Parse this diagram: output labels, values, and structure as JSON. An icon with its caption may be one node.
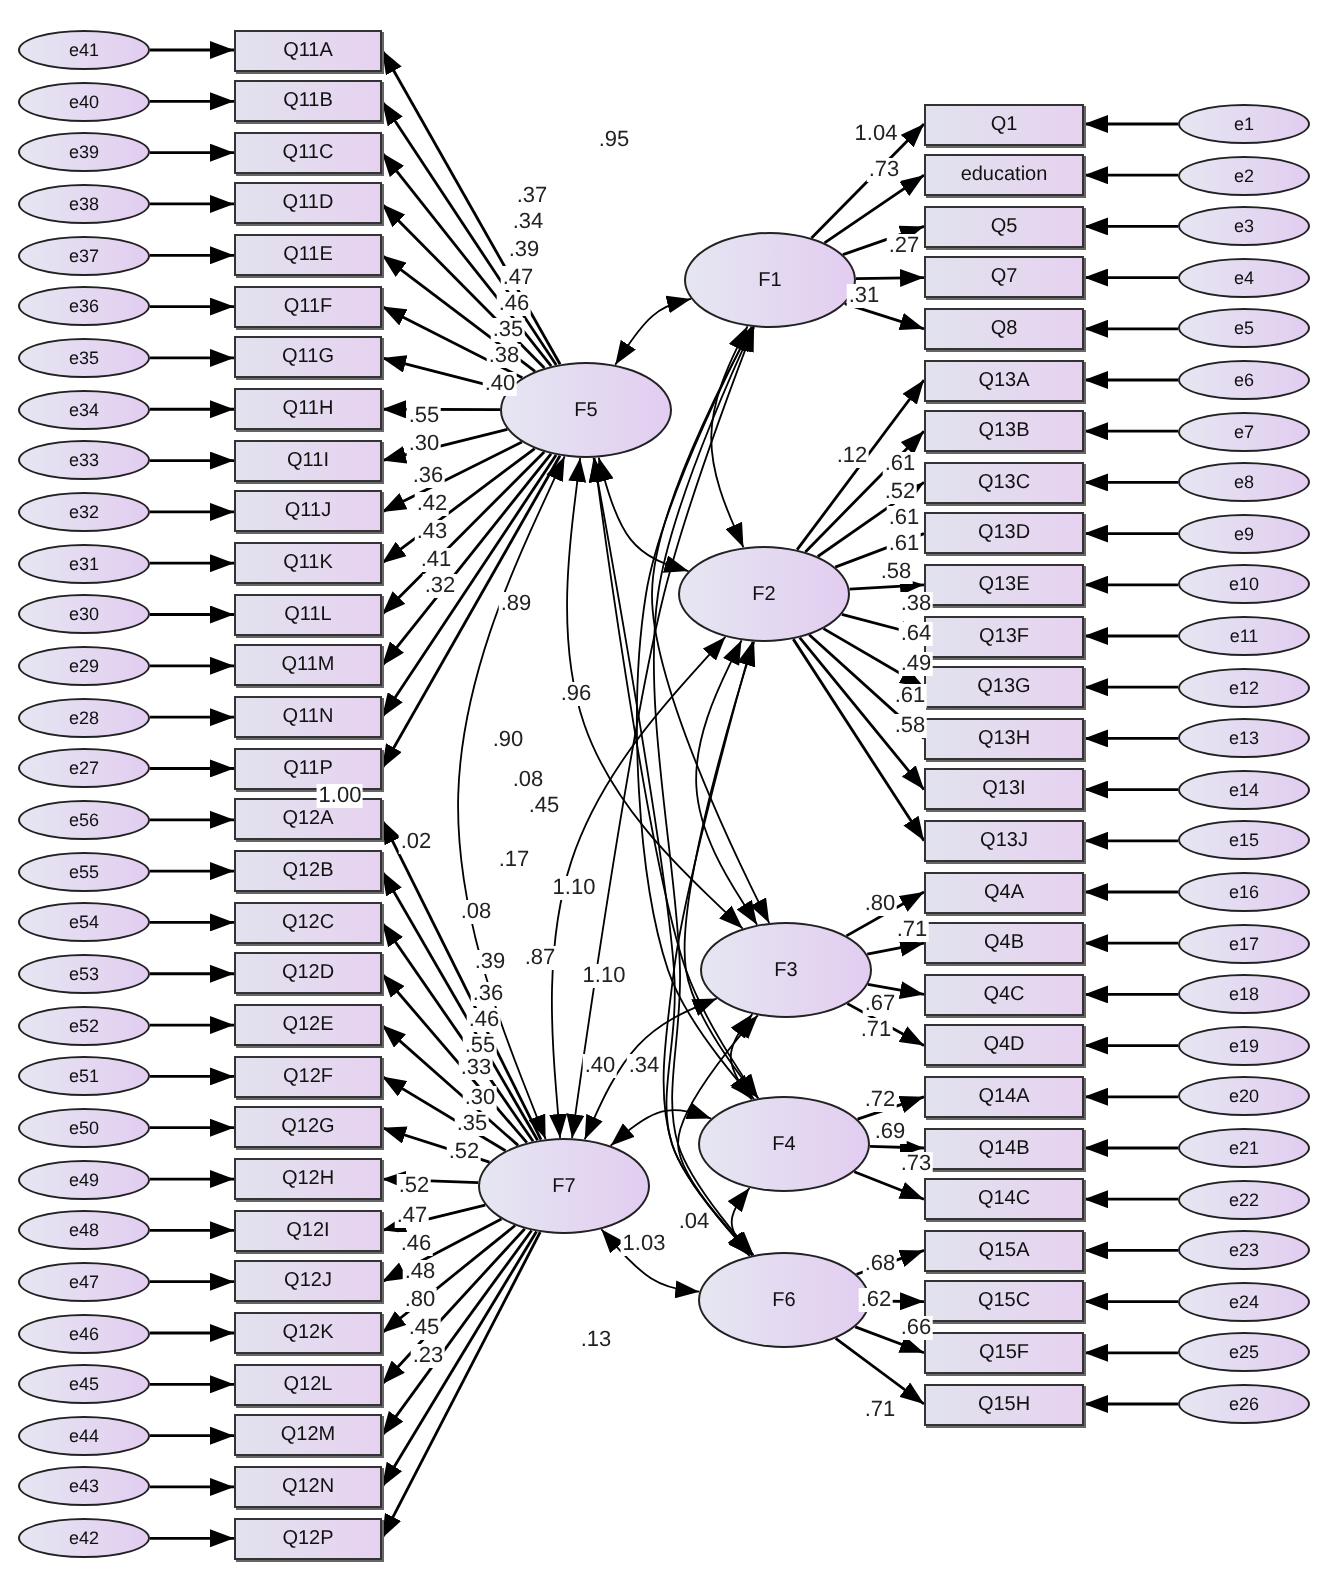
{
  "diagram": {
    "nodes": [
      {
        "text": [
          "e41"
        ]
      },
      {
        "text": [
          "Q11A"
        ]
      },
      {
        "text": [
          "e40"
        ]
      },
      {
        "text": [
          "Q11B"
        ]
      },
      {
        "text": [
          "e39"
        ]
      },
      {
        "text": [
          "Q11C"
        ]
      },
      {
        "text": [
          "e38"
        ]
      },
      {
        "text": [
          "Q11D"
        ]
      },
      {
        "text": [
          "e37"
        ]
      },
      {
        "text": [
          "Q11E"
        ]
      },
      {
        "text": [
          "e36"
        ]
      },
      {
        "text": [
          "Q11F"
        ]
      },
      {
        "text": [
          "e35"
        ]
      },
      {
        "text": [
          "Q11G"
        ]
      },
      {
        "text": [
          "e34"
        ]
      },
      {
        "text": [
          "Q11H"
        ]
      },
      {
        "text": [
          "e33"
        ]
      },
      {
        "text": [
          "Q11I"
        ]
      },
      {
        "text": [
          "e32"
        ]
      },
      {
        "text": [
          "Q11J"
        ]
      },
      {
        "text": [
          "e31"
        ]
      },
      {
        "text": [
          "Q11K"
        ]
      },
      {
        "text": [
          "e30"
        ]
      },
      {
        "text": [
          "Q11L"
        ]
      },
      {
        "text": [
          "e29"
        ]
      },
      {
        "text": [
          "Q11M"
        ]
      },
      {
        "text": [
          "e28"
        ]
      },
      {
        "text": [
          "Q11N"
        ]
      },
      {
        "text": [
          "e27"
        ]
      },
      {
        "text": [
          "Q11P"
        ]
      },
      {
        "text": [
          "e56"
        ]
      },
      {
        "text": [
          "Q12A"
        ]
      },
      {
        "text": [
          "e55"
        ]
      },
      {
        "text": [
          "Q12B"
        ]
      },
      {
        "text": [
          "e54"
        ]
      },
      {
        "text": [
          "Q12C"
        ]
      },
      {
        "text": [
          "e53"
        ]
      },
      {
        "text": [
          "Q12D"
        ]
      },
      {
        "text": [
          "e52"
        ]
      },
      {
        "text": [
          "Q12E"
        ]
      },
      {
        "text": [
          "e51"
        ]
      },
      {
        "text": [
          "Q12F"
        ]
      },
      {
        "text": [
          "e50"
        ]
      },
      {
        "text": [
          "Q12G"
        ]
      },
      {
        "text": [
          "e49"
        ]
      },
      {
        "text": [
          "Q12H"
        ]
      },
      {
        "text": [
          "e48"
        ]
      },
      {
        "text": [
          "Q12I"
        ]
      },
      {
        "text": [
          "e47"
        ]
      },
      {
        "text": [
          "Q12J"
        ]
      },
      {
        "text": [
          "e46"
        ]
      },
      {
        "text": [
          "Q12K"
        ]
      },
      {
        "text": [
          "e45"
        ]
      },
      {
        "text": [
          "Q12L"
        ]
      },
      {
        "text": [
          "e44"
        ]
      },
      {
        "text": [
          "Q12M"
        ]
      },
      {
        "text": [
          "e43"
        ]
      },
      {
        "text": [
          "Q12N"
        ]
      },
      {
        "text": [
          "e42"
        ]
      },
      {
        "text": [
          "Q12P"
        ]
      },
      {
        "text": [
          "F1"
        ]
      },
      {
        "text": [
          "F5"
        ]
      },
      {
        "text": [
          "F2"
        ]
      },
      {
        "text": [
          "F3"
        ]
      },
      {
        "text": [
          "F4"
        ]
      },
      {
        "text": [
          "F7"
        ]
      },
      {
        "text": [
          "F6"
        ]
      },
      {
        "text": [
          "Q1"
        ]
      },
      {
        "text": [
          "e1"
        ]
      },
      {
        "text": [
          "education"
        ]
      },
      {
        "text": [
          "e2"
        ]
      },
      {
        "text": [
          "Q5"
        ]
      },
      {
        "text": [
          "e3"
        ]
      },
      {
        "text": [
          "Q7"
        ]
      },
      {
        "text": [
          "e4"
        ]
      },
      {
        "text": [
          "Q8"
        ]
      },
      {
        "text": [
          "e5"
        ]
      },
      {
        "text": [
          "Q13A"
        ]
      },
      {
        "text": [
          "e6"
        ]
      },
      {
        "text": [
          "Q13B"
        ]
      },
      {
        "text": [
          "e7"
        ]
      },
      {
        "text": [
          "Q13C"
        ]
      },
      {
        "text": [
          "e8"
        ]
      },
      {
        "text": [
          "Q13D"
        ]
      },
      {
        "text": [
          "e9"
        ]
      },
      {
        "text": [
          "Q13E"
        ]
      },
      {
        "text": [
          "e10"
        ]
      },
      {
        "text": [
          "Q13F"
        ]
      },
      {
        "text": [
          "e11"
        ]
      },
      {
        "text": [
          "Q13G"
        ]
      },
      {
        "text": [
          "e12"
        ]
      },
      {
        "text": [
          "Q13H"
        ]
      },
      {
        "text": [
          "e13"
        ]
      },
      {
        "text": [
          "Q13I"
        ]
      },
      {
        "text": [
          "e14"
        ]
      },
      {
        "text": [
          "Q13J"
        ]
      },
      {
        "text": [
          "e15"
        ]
      },
      {
        "text": [
          "Q4A"
        ]
      },
      {
        "text": [
          "e16"
        ]
      },
      {
        "text": [
          "Q4B"
        ]
      },
      {
        "text": [
          "e17"
        ]
      },
      {
        "text": [
          "Q4C"
        ]
      },
      {
        "text": [
          "e18"
        ]
      },
      {
        "text": [
          "Q4D"
        ]
      },
      {
        "text": [
          "e19"
        ]
      },
      {
        "text": [
          "Q14A"
        ]
      },
      {
        "text": [
          "e20"
        ]
      },
      {
        "text": [
          "Q14B"
        ]
      },
      {
        "text": [
          "e21"
        ]
      },
      {
        "text": [
          "Q14C"
        ]
      },
      {
        "text": [
          "e22"
        ]
      },
      {
        "text": [
          "Q15A"
        ]
      },
      {
        "text": [
          "e23"
        ]
      },
      {
        "text": [
          "Q15C"
        ]
      },
      {
        "text": [
          "e24"
        ]
      },
      {
        "text": [
          "Q15F"
        ]
      },
      {
        "text": [
          "e25"
        ]
      },
      {
        "text": [
          "Q15H"
        ]
      },
      {
        "text": [
          "e26"
        ]
      }
    ],
    "edges": [
      {
        "from": 0,
        "to": 1,
        "arrow": "to"
      },
      {
        "from": 2,
        "to": 3,
        "arrow": "to"
      },
      {
        "from": 4,
        "to": 5,
        "arrow": "to"
      },
      {
        "from": 6,
        "to": 7,
        "arrow": "to"
      },
      {
        "from": 8,
        "to": 9,
        "arrow": "to"
      },
      {
        "from": 10,
        "to": 11,
        "arrow": "to"
      },
      {
        "from": 12,
        "to": 13,
        "arrow": "to"
      },
      {
        "from": 14,
        "to": 15,
        "arrow": "to"
      },
      {
        "from": 16,
        "to": 17,
        "arrow": "to"
      },
      {
        "from": 18,
        "to": 19,
        "arrow": "to"
      },
      {
        "from": 20,
        "to": 21,
        "arrow": "to"
      },
      {
        "from": 22,
        "to": 23,
        "arrow": "to"
      },
      {
        "from": 24,
        "to": 25,
        "arrow": "to"
      },
      {
        "from": 26,
        "to": 27,
        "arrow": "to"
      },
      {
        "from": 28,
        "to": 29,
        "arrow": "to"
      },
      {
        "from": 30,
        "to": 31,
        "arrow": "to"
      },
      {
        "from": 32,
        "to": 33,
        "arrow": "to"
      },
      {
        "from": 34,
        "to": 35,
        "arrow": "to"
      },
      {
        "from": 36,
        "to": 37,
        "arrow": "to"
      },
      {
        "from": 38,
        "to": 39,
        "arrow": "to"
      },
      {
        "from": 40,
        "to": 41,
        "arrow": "to"
      },
      {
        "from": 42,
        "to": 43,
        "arrow": "to"
      },
      {
        "from": 44,
        "to": 45,
        "arrow": "to"
      },
      {
        "from": 46,
        "to": 47,
        "arrow": "to"
      },
      {
        "from": 48,
        "to": 49,
        "arrow": "to"
      },
      {
        "from": 50,
        "to": 51,
        "arrow": "to"
      },
      {
        "from": 52,
        "to": 53,
        "arrow": "to"
      },
      {
        "from": 54,
        "to": 55,
        "arrow": "to"
      },
      {
        "from": 56,
        "to": 57,
        "arrow": "to"
      },
      {
        "from": 58,
        "to": 59,
        "arrow": "to"
      },
      {
        "from": 68,
        "to": 67,
        "arrow": "to"
      },
      {
        "from": 70,
        "to": 69,
        "arrow": "to"
      },
      {
        "from": 72,
        "to": 71,
        "arrow": "to"
      },
      {
        "from": 74,
        "to": 73,
        "arrow": "to"
      },
      {
        "from": 76,
        "to": 75,
        "arrow": "to"
      },
      {
        "from": 78,
        "to": 77,
        "arrow": "to"
      },
      {
        "from": 80,
        "to": 79,
        "arrow": "to"
      },
      {
        "from": 82,
        "to": 81,
        "arrow": "to"
      },
      {
        "from": 84,
        "to": 83,
        "arrow": "to"
      },
      {
        "from": 86,
        "to": 85,
        "arrow": "to"
      },
      {
        "from": 88,
        "to": 87,
        "arrow": "to"
      },
      {
        "from": 90,
        "to": 89,
        "arrow": "to"
      },
      {
        "from": 92,
        "to": 91,
        "arrow": "to"
      },
      {
        "from": 94,
        "to": 93,
        "arrow": "to"
      },
      {
        "from": 96,
        "to": 95,
        "arrow": "to"
      },
      {
        "from": 98,
        "to": 97,
        "arrow": "to"
      },
      {
        "from": 100,
        "to": 99,
        "arrow": "to"
      },
      {
        "from": 102,
        "to": 101,
        "arrow": "to"
      },
      {
        "from": 104,
        "to": 103,
        "arrow": "to"
      },
      {
        "from": 106,
        "to": 105,
        "arrow": "to"
      },
      {
        "from": 108,
        "to": 107,
        "arrow": "to"
      },
      {
        "from": 110,
        "to": 109,
        "arrow": "to"
      },
      {
        "from": 112,
        "to": 111,
        "arrow": "to"
      },
      {
        "from": 114,
        "to": 113,
        "arrow": "to"
      },
      {
        "from": 116,
        "to": 115,
        "arrow": "to"
      },
      {
        "from": 118,
        "to": 117,
        "arrow": "to"
      },
      {
        "from": 61,
        "to": 1,
        "arrow": "to"
      },
      {
        "from": 61,
        "to": 3,
        "arrow": "to"
      },
      {
        "from": 61,
        "to": 5,
        "arrow": "to"
      },
      {
        "from": 61,
        "to": 7,
        "arrow": "to"
      },
      {
        "from": 61,
        "to": 9,
        "arrow": "to"
      },
      {
        "from": 61,
        "to": 11,
        "arrow": "to"
      },
      {
        "from": 61,
        "to": 13,
        "arrow": "to"
      },
      {
        "from": 61,
        "to": 15,
        "arrow": "to"
      },
      {
        "from": 61,
        "to": 17,
        "arrow": "to"
      },
      {
        "from": 61,
        "to": 19,
        "arrow": "to"
      },
      {
        "from": 61,
        "to": 21,
        "arrow": "to"
      },
      {
        "from": 61,
        "to": 23,
        "arrow": "to"
      },
      {
        "from": 61,
        "to": 25,
        "arrow": "to"
      },
      {
        "from": 61,
        "to": 27,
        "arrow": "to"
      },
      {
        "from": 61,
        "to": 29,
        "arrow": "to"
      },
      {
        "from": 65,
        "to": 31,
        "arrow": "to"
      },
      {
        "from": 65,
        "to": 33,
        "arrow": "to"
      },
      {
        "from": 65,
        "to": 35,
        "arrow": "to"
      },
      {
        "from": 65,
        "to": 37,
        "arrow": "to"
      },
      {
        "from": 65,
        "to": 39,
        "arrow": "to"
      },
      {
        "from": 65,
        "to": 41,
        "arrow": "to"
      },
      {
        "from": 65,
        "to": 43,
        "arrow": "to"
      },
      {
        "from": 65,
        "to": 45,
        "arrow": "to"
      },
      {
        "from": 65,
        "to": 47,
        "arrow": "to"
      },
      {
        "from": 65,
        "to": 49,
        "arrow": "to"
      },
      {
        "from": 65,
        "to": 51,
        "arrow": "to"
      },
      {
        "from": 65,
        "to": 53,
        "arrow": "to"
      },
      {
        "from": 65,
        "to": 55,
        "arrow": "to"
      },
      {
        "from": 65,
        "to": 57,
        "arrow": "to"
      },
      {
        "from": 65,
        "to": 59,
        "arrow": "to"
      },
      {
        "from": 60,
        "to": 67,
        "arrow": "to"
      },
      {
        "from": 60,
        "to": 69,
        "arrow": "to"
      },
      {
        "from": 60,
        "to": 71,
        "arrow": "to"
      },
      {
        "from": 60,
        "to": 73,
        "arrow": "to"
      },
      {
        "from": 60,
        "to": 75,
        "arrow": "to"
      },
      {
        "from": 62,
        "to": 77,
        "arrow": "to"
      },
      {
        "from": 62,
        "to": 79,
        "arrow": "to"
      },
      {
        "from": 62,
        "to": 81,
        "arrow": "to"
      },
      {
        "from": 62,
        "to": 83,
        "arrow": "to"
      },
      {
        "from": 62,
        "to": 85,
        "arrow": "to"
      },
      {
        "from": 62,
        "to": 87,
        "arrow": "to"
      },
      {
        "from": 62,
        "to": 89,
        "arrow": "to"
      },
      {
        "from": 62,
        "to": 91,
        "arrow": "to"
      },
      {
        "from": 62,
        "to": 93,
        "arrow": "to"
      },
      {
        "from": 62,
        "to": 95,
        "arrow": "to"
      },
      {
        "from": 63,
        "to": 97,
        "arrow": "to"
      },
      {
        "from": 63,
        "to": 99,
        "arrow": "to"
      },
      {
        "from": 63,
        "to": 101,
        "arrow": "to"
      },
      {
        "from": 63,
        "to": 103,
        "arrow": "to"
      },
      {
        "from": 64,
        "to": 105,
        "arrow": "to"
      },
      {
        "from": 64,
        "to": 107,
        "arrow": "to"
      },
      {
        "from": 64,
        "to": 109,
        "arrow": "to"
      },
      {
        "from": 66,
        "to": 111,
        "arrow": "to"
      },
      {
        "from": 66,
        "to": 113,
        "arrow": "to"
      },
      {
        "from": 66,
        "to": 115,
        "arrow": "to"
      },
      {
        "from": 66,
        "to": 117,
        "arrow": "to"
      },
      {
        "from": 60,
        "to": 61,
        "arrow": "both"
      },
      {
        "from": 60,
        "to": 62,
        "arrow": "both"
      },
      {
        "from": 60,
        "to": 63,
        "arrow": "both"
      },
      {
        "from": 60,
        "to": 64,
        "arrow": "both"
      },
      {
        "from": 60,
        "to": 65,
        "arrow": "both"
      },
      {
        "from": 60,
        "to": 66,
        "arrow": "both"
      },
      {
        "from": 61,
        "to": 62,
        "arrow": "both"
      },
      {
        "from": 61,
        "to": 63,
        "arrow": "both"
      },
      {
        "from": 61,
        "to": 64,
        "arrow": "both"
      },
      {
        "from": 61,
        "to": 65,
        "arrow": "both"
      },
      {
        "from": 61,
        "to": 66,
        "arrow": "both"
      },
      {
        "from": 62,
        "to": 63,
        "arrow": "both"
      },
      {
        "from": 62,
        "to": 64,
        "arrow": "both"
      },
      {
        "from": 62,
        "to": 65,
        "arrow": "both"
      },
      {
        "from": 62,
        "to": 66,
        "arrow": "both"
      },
      {
        "from": 63,
        "to": 64,
        "arrow": "both"
      },
      {
        "from": 63,
        "to": 65,
        "arrow": "both"
      },
      {
        "from": 63,
        "to": 66,
        "arrow": "both"
      },
      {
        "from": 64,
        "to": 65,
        "arrow": "both"
      },
      {
        "from": 64,
        "to": 66,
        "arrow": "both"
      },
      {
        "from": 65,
        "to": 66,
        "arrow": "both"
      }
    ],
    "labels": [
      ".95",
      "1.04",
      ".73",
      ".37",
      ".34",
      ".39",
      ".27",
      ".47",
      ".31",
      ".46",
      ".35",
      ".38",
      ".40",
      ".55",
      ".30",
      ".12",
      ".61",
      ".36",
      ".52",
      ".42",
      ".61",
      ".43",
      ".61",
      ".41",
      ".58",
      ".32",
      ".89",
      ".38",
      ".64",
      ".49",
      ".96",
      ".61",
      ".58",
      ".90",
      ".08",
      "1.00",
      ".45",
      ".02",
      ".17",
      "1.10",
      ".80",
      ".08",
      ".71",
      ".39",
      ".87",
      "1.10",
      ".36",
      ".67",
      ".46",
      ".71",
      ".55",
      ".33",
      ".40",
      ".34",
      ".30",
      ".72",
      ".35",
      ".69",
      ".52",
      ".73",
      ".52",
      ".47",
      ".04",
      ".46",
      "1.03",
      ".68",
      ".48",
      ".80",
      ".62",
      ".45",
      ".66",
      ".13",
      ".23",
      ".71"
    ]
  }
}
